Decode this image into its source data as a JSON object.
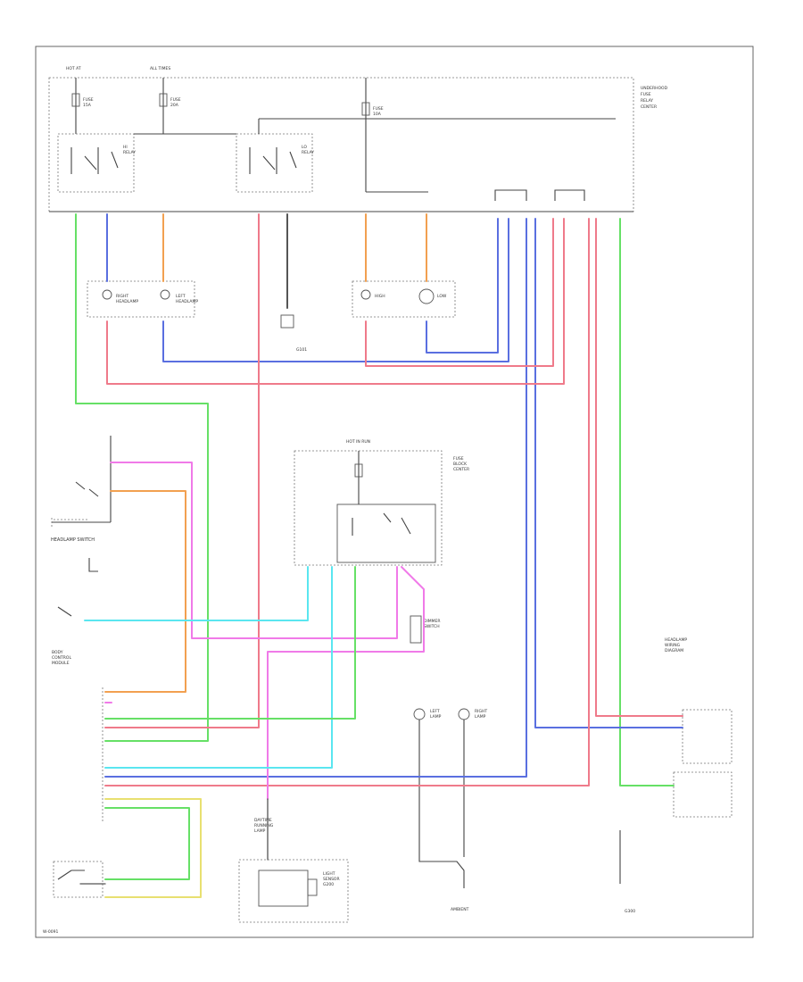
{
  "diagram": {
    "frame": "outer-frame",
    "wire_colors": {
      "green": "#66e066",
      "blue": "#5a6fe0",
      "orange": "#f2a050",
      "pink": "#ef7a8a",
      "magenta": "#f07ae8",
      "cyan": "#5ae6f0",
      "yellow": "#e8e070",
      "dark": "#555555"
    },
    "labels": [
      {
        "id": "hot-at-all-times-1",
        "text": "HOT AT"
      },
      {
        "id": "hot-at-all-times-2",
        "text": "ALL TIMES"
      },
      {
        "id": "fuse-1",
        "text": "FUSE"
      },
      {
        "id": "fuse-1b",
        "text": "15A"
      },
      {
        "id": "fuse-2",
        "text": "FUSE"
      },
      {
        "id": "fuse-2b",
        "text": "20A"
      },
      {
        "id": "fuse-3",
        "text": "FUSE"
      },
      {
        "id": "fuse-3b",
        "text": "10A"
      },
      {
        "id": "underhood-1",
        "text": "UNDERHOOD"
      },
      {
        "id": "underhood-2",
        "text": "FUSE"
      },
      {
        "id": "underhood-3",
        "text": "RELAY"
      },
      {
        "id": "underhood-4",
        "text": "CENTER"
      },
      {
        "id": "relay-1",
        "text": "HI"
      },
      {
        "id": "relay-1b",
        "text": "RELAY"
      },
      {
        "id": "relay-2",
        "text": "LO"
      },
      {
        "id": "relay-2b",
        "text": "RELAY"
      },
      {
        "id": "headlamp-1",
        "text": "RIGHT"
      },
      {
        "id": "headlamp-1b",
        "text": "HEADLAMP"
      },
      {
        "id": "headlamp-2",
        "text": "LEFT"
      },
      {
        "id": "headlamp-2b",
        "text": "HEADLAMP"
      },
      {
        "id": "horn-1",
        "text": "HIGH"
      },
      {
        "id": "horn-2",
        "text": "LOW"
      },
      {
        "id": "ground-1",
        "text": "G101"
      },
      {
        "id": "headlamp-switch",
        "text": "HEADLAMP SWITCH"
      },
      {
        "id": "hot-run",
        "text": "HOT IN RUN"
      },
      {
        "id": "fuse-center-1",
        "text": "FUSE"
      },
      {
        "id": "fuse-center-2",
        "text": "BLOCK"
      },
      {
        "id": "fuse-center-3",
        "text": "CENTER"
      },
      {
        "id": "dimmer-1",
        "text": "DIMMER"
      },
      {
        "id": "dimmer-2",
        "text": "SWITCH"
      },
      {
        "id": "bcm-1",
        "text": "BODY"
      },
      {
        "id": "bcm-2",
        "text": "CONTROL"
      },
      {
        "id": "bcm-3",
        "text": "MODULE"
      },
      {
        "id": "lamp-1",
        "text": "LEFT"
      },
      {
        "id": "lamp-1b",
        "text": "LAMP"
      },
      {
        "id": "lamp-2",
        "text": "RIGHT"
      },
      {
        "id": "lamp-2b",
        "text": "LAMP"
      },
      {
        "id": "daytime-1",
        "text": "DAYTIME"
      },
      {
        "id": "daytime-2",
        "text": "RUNNING"
      },
      {
        "id": "daytime-3",
        "text": "LAMP"
      },
      {
        "id": "ambient-1",
        "text": "AMBIENT"
      },
      {
        "id": "ambient-2",
        "text": "LIGHT"
      },
      {
        "id": "ambient-3",
        "text": "SENSOR"
      },
      {
        "id": "g200",
        "text": "G200"
      },
      {
        "id": "g300",
        "text": "G300"
      },
      {
        "id": "legend-1",
        "text": "HEADLAMP"
      },
      {
        "id": "legend-2",
        "text": "WIRING"
      },
      {
        "id": "legend-3",
        "text": "DIAGRAM"
      },
      {
        "id": "page-code",
        "text": "W-0091"
      }
    ]
  }
}
